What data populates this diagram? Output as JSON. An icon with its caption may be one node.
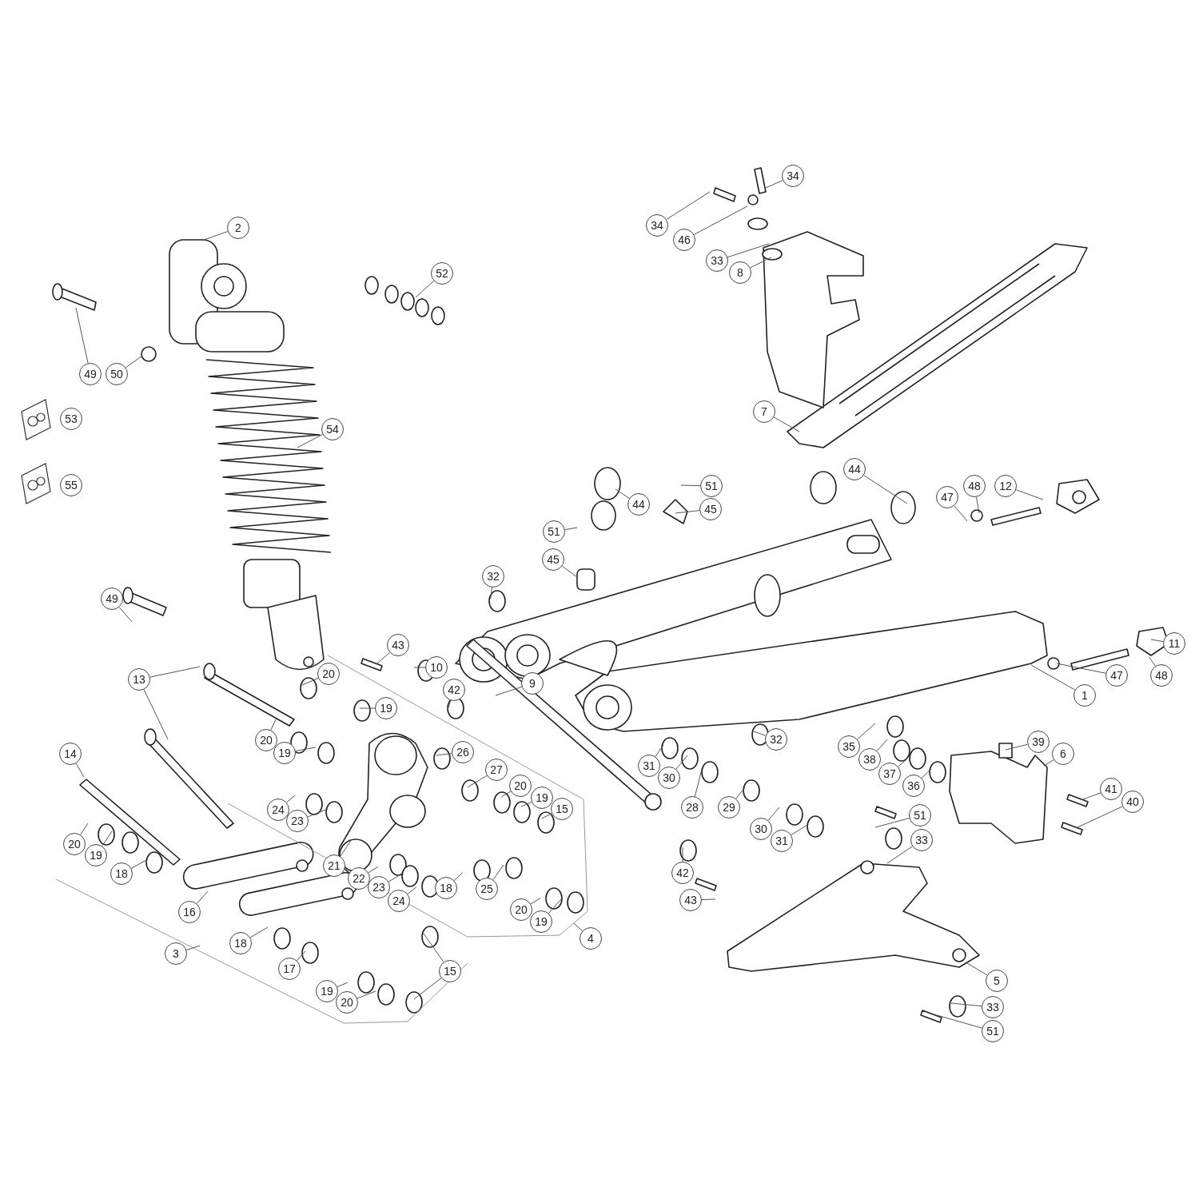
{
  "diagram": {
    "nodes": [
      {
        "text": [
          "2"
        ]
      },
      {
        "text": [
          "52"
        ]
      },
      {
        "text": [
          "49"
        ]
      },
      {
        "text": [
          "50"
        ]
      },
      {
        "text": [
          "54"
        ]
      },
      {
        "text": [
          "49"
        ]
      },
      {
        "text": [
          "34"
        ]
      },
      {
        "text": [
          "34"
        ]
      },
      {
        "text": [
          "46"
        ]
      },
      {
        "text": [
          "33"
        ]
      },
      {
        "text": [
          "8"
        ]
      },
      {
        "text": [
          "7"
        ]
      },
      {
        "text": [
          "44"
        ]
      },
      {
        "text": [
          "51"
        ]
      },
      {
        "text": [
          "12"
        ]
      },
      {
        "text": [
          "48"
        ]
      },
      {
        "text": [
          "44"
        ]
      },
      {
        "text": [
          "45"
        ]
      },
      {
        "text": [
          "47"
        ]
      },
      {
        "text": [
          "51"
        ]
      },
      {
        "text": [
          "45"
        ]
      },
      {
        "text": [
          "32"
        ]
      },
      {
        "text": [
          "11"
        ]
      },
      {
        "text": [
          "43"
        ]
      },
      {
        "text": [
          "10"
        ]
      },
      {
        "text": [
          "20"
        ]
      },
      {
        "text": [
          "13"
        ]
      },
      {
        "text": [
          "48"
        ]
      },
      {
        "text": [
          "47"
        ]
      },
      {
        "text": [
          "9"
        ]
      },
      {
        "text": [
          "42"
        ]
      },
      {
        "text": [
          "1"
        ]
      },
      {
        "text": [
          "19"
        ]
      },
      {
        "text": [
          "32"
        ]
      },
      {
        "text": [
          "39"
        ]
      },
      {
        "text": [
          "20"
        ]
      },
      {
        "text": [
          "35"
        ]
      },
      {
        "text": [
          "14"
        ]
      },
      {
        "text": [
          "26"
        ]
      },
      {
        "text": [
          "19"
        ]
      },
      {
        "text": [
          "6"
        ]
      },
      {
        "text": [
          "38"
        ]
      },
      {
        "text": [
          "31"
        ]
      },
      {
        "text": [
          "27"
        ]
      },
      {
        "text": [
          "30"
        ]
      },
      {
        "text": [
          "37"
        ]
      },
      {
        "text": [
          "20"
        ]
      },
      {
        "text": [
          "36"
        ]
      },
      {
        "text": [
          "41"
        ]
      },
      {
        "text": [
          "19"
        ]
      },
      {
        "text": [
          "40"
        ]
      },
      {
        "text": [
          "28"
        ]
      },
      {
        "text": [
          "29"
        ]
      },
      {
        "text": [
          "15"
        ]
      },
      {
        "text": [
          "24"
        ]
      },
      {
        "text": [
          "51"
        ]
      },
      {
        "text": [
          "23"
        ]
      },
      {
        "text": [
          "30"
        ]
      },
      {
        "text": [
          "33"
        ]
      },
      {
        "text": [
          "31"
        ]
      },
      {
        "text": [
          "20"
        ]
      },
      {
        "text": [
          "19"
        ]
      },
      {
        "text": [
          "21"
        ]
      },
      {
        "text": [
          "42"
        ]
      },
      {
        "text": [
          "18"
        ]
      },
      {
        "text": [
          "22"
        ]
      },
      {
        "text": [
          "23"
        ]
      },
      {
        "text": [
          "18"
        ]
      },
      {
        "text": [
          "25"
        ]
      },
      {
        "text": [
          "24"
        ]
      },
      {
        "text": [
          "43"
        ]
      },
      {
        "text": [
          "20"
        ]
      },
      {
        "text": [
          "16"
        ]
      },
      {
        "text": [
          "19"
        ]
      },
      {
        "text": [
          "4"
        ]
      },
      {
        "text": [
          "18"
        ]
      },
      {
        "text": [
          "3"
        ]
      },
      {
        "text": [
          "17"
        ]
      },
      {
        "text": [
          "15"
        ]
      },
      {
        "text": [
          "5"
        ]
      },
      {
        "text": [
          "19"
        ]
      },
      {
        "text": [
          "20"
        ]
      },
      {
        "text": [
          "33"
        ]
      },
      {
        "text": [
          "51"
        ]
      },
      {
        "text": [
          "53"
        ]
      },
      {
        "text": [
          "55"
        ]
      }
    ],
    "edges": [
      {
        "from": 0,
        "to": null,
        "arrow": "none"
      },
      {
        "from": 1,
        "to": null,
        "arrow": "none"
      },
      {
        "from": 2,
        "to": null,
        "arrow": "none"
      },
      {
        "from": 3,
        "to": null,
        "arrow": "none"
      },
      {
        "from": 4,
        "to": null,
        "arrow": "none"
      },
      {
        "from": 5,
        "to": null,
        "arrow": "none"
      },
      {
        "from": 6,
        "to": null,
        "arrow": "none"
      },
      {
        "from": 7,
        "to": null,
        "arrow": "none"
      },
      {
        "from": 8,
        "to": null,
        "arrow": "none"
      },
      {
        "from": 9,
        "to": null,
        "arrow": "none"
      },
      {
        "from": 10,
        "to": null,
        "arrow": "none"
      },
      {
        "from": 11,
        "to": null,
        "arrow": "none"
      },
      {
        "from": 12,
        "to": null,
        "arrow": "none"
      },
      {
        "from": 13,
        "to": null,
        "arrow": "none"
      },
      {
        "from": 14,
        "to": null,
        "arrow": "none"
      },
      {
        "from": 15,
        "to": null,
        "arrow": "none"
      },
      {
        "from": 16,
        "to": null,
        "arrow": "none"
      },
      {
        "from": 17,
        "to": null,
        "arrow": "none"
      },
      {
        "from": 18,
        "to": null,
        "arrow": "none"
      },
      {
        "from": 19,
        "to": null,
        "arrow": "none"
      },
      {
        "from": 20,
        "to": null,
        "arrow": "none"
      },
      {
        "from": 21,
        "to": null,
        "arrow": "none"
      },
      {
        "from": 22,
        "to": null,
        "arrow": "none"
      },
      {
        "from": 23,
        "to": null,
        "arrow": "none"
      },
      {
        "from": 24,
        "to": null,
        "arrow": "none"
      },
      {
        "from": 25,
        "to": null,
        "arrow": "none"
      },
      {
        "from": 26,
        "to": null,
        "arrow": "none"
      },
      {
        "from": 27,
        "to": null,
        "arrow": "none"
      },
      {
        "from": 28,
        "to": null,
        "arrow": "none"
      },
      {
        "from": 29,
        "to": null,
        "arrow": "none"
      },
      {
        "from": 30,
        "to": null,
        "arrow": "none"
      },
      {
        "from": 31,
        "to": null,
        "arrow": "none"
      },
      {
        "from": 32,
        "to": null,
        "arrow": "none"
      },
      {
        "from": 33,
        "to": null,
        "arrow": "none"
      },
      {
        "from": 34,
        "to": null,
        "arrow": "none"
      },
      {
        "from": 35,
        "to": null,
        "arrow": "none"
      },
      {
        "from": 36,
        "to": null,
        "arrow": "none"
      },
      {
        "from": 37,
        "to": null,
        "arrow": "none"
      },
      {
        "from": 38,
        "to": null,
        "arrow": "none"
      },
      {
        "from": 39,
        "to": null,
        "arrow": "none"
      },
      {
        "from": 40,
        "to": null,
        "arrow": "none"
      },
      {
        "from": 41,
        "to": null,
        "arrow": "none"
      },
      {
        "from": 42,
        "to": null,
        "arrow": "none"
      },
      {
        "from": 43,
        "to": null,
        "arrow": "none"
      },
      {
        "from": 44,
        "to": null,
        "arrow": "none"
      },
      {
        "from": 45,
        "to": null,
        "arrow": "none"
      },
      {
        "from": 46,
        "to": null,
        "arrow": "none"
      },
      {
        "from": 47,
        "to": null,
        "arrow": "none"
      },
      {
        "from": 48,
        "to": null,
        "arrow": "none"
      },
      {
        "from": 49,
        "to": null,
        "arrow": "none"
      },
      {
        "from": 50,
        "to": null,
        "arrow": "none"
      },
      {
        "from": 51,
        "to": null,
        "arrow": "none"
      },
      {
        "from": 52,
        "to": null,
        "arrow": "none"
      },
      {
        "from": 53,
        "to": null,
        "arrow": "none"
      },
      {
        "from": 54,
        "to": null,
        "arrow": "none"
      },
      {
        "from": 55,
        "to": null,
        "arrow": "none"
      },
      {
        "from": 56,
        "to": null,
        "arrow": "none"
      },
      {
        "from": 57,
        "to": null,
        "arrow": "none"
      },
      {
        "from": 58,
        "to": null,
        "arrow": "none"
      },
      {
        "from": 59,
        "to": null,
        "arrow": "none"
      },
      {
        "from": 60,
        "to": null,
        "arrow": "none"
      },
      {
        "from": 61,
        "to": null,
        "arrow": "none"
      },
      {
        "from": 62,
        "to": null,
        "arrow": "none"
      },
      {
        "from": 63,
        "to": null,
        "arrow": "none"
      },
      {
        "from": 64,
        "to": null,
        "arrow": "none"
      },
      {
        "from": 65,
        "to": null,
        "arrow": "none"
      },
      {
        "from": 66,
        "to": null,
        "arrow": "none"
      },
      {
        "from": 67,
        "to": null,
        "arrow": "none"
      },
      {
        "from": 68,
        "to": null,
        "arrow": "none"
      },
      {
        "from": 69,
        "to": null,
        "arrow": "none"
      },
      {
        "from": 70,
        "to": null,
        "arrow": "none"
      },
      {
        "from": 71,
        "to": null,
        "arrow": "none"
      },
      {
        "from": 72,
        "to": null,
        "arrow": "none"
      },
      {
        "from": 73,
        "to": null,
        "arrow": "none"
      },
      {
        "from": 74,
        "to": null,
        "arrow": "none"
      },
      {
        "from": 75,
        "to": null,
        "arrow": "none"
      },
      {
        "from": 76,
        "to": null,
        "arrow": "none"
      },
      {
        "from": 77,
        "to": null,
        "arrow": "none"
      },
      {
        "from": 78,
        "to": null,
        "arrow": "none"
      },
      {
        "from": 79,
        "to": null,
        "arrow": "none"
      },
      {
        "from": 80,
        "to": null,
        "arrow": "none"
      },
      {
        "from": 81,
        "to": null,
        "arrow": "none"
      },
      {
        "from": 82,
        "to": null,
        "arrow": "none"
      },
      {
        "from": 83,
        "to": null,
        "arrow": "none"
      },
      {
        "from": 26,
        "to": null,
        "arrow": "none"
      },
      {
        "from": 78,
        "to": null,
        "arrow": "none"
      }
    ]
  }
}
